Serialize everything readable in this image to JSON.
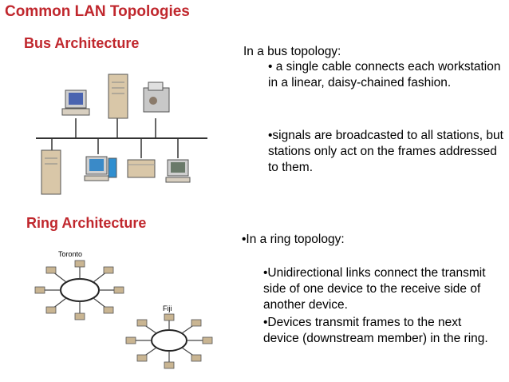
{
  "slide": {
    "title": "Common LAN Topologies"
  },
  "bus": {
    "heading": "Bus Architecture",
    "intro": "In a bus topology:",
    "bullets": [
      "• a single cable connects each workstation in a linear, daisy-chained fashion.",
      "•signals are broadcasted to all stations, but stations only act on the frames addressed to them."
    ]
  },
  "ring": {
    "heading": "Ring Architecture",
    "intro": "•In a ring topology:",
    "bullets": [
      "•Unidirectional links connect the transmit side of one device to the receive side of another device.",
      "•Devices transmit frames to the next device (downstream member) in the ring."
    ],
    "labels": {
      "ring1": "Toronto",
      "ring2": "Fiji"
    }
  },
  "colors": {
    "heading": "#c0272d",
    "cable": "#333333",
    "device_body": "#d9c7a8"
  }
}
